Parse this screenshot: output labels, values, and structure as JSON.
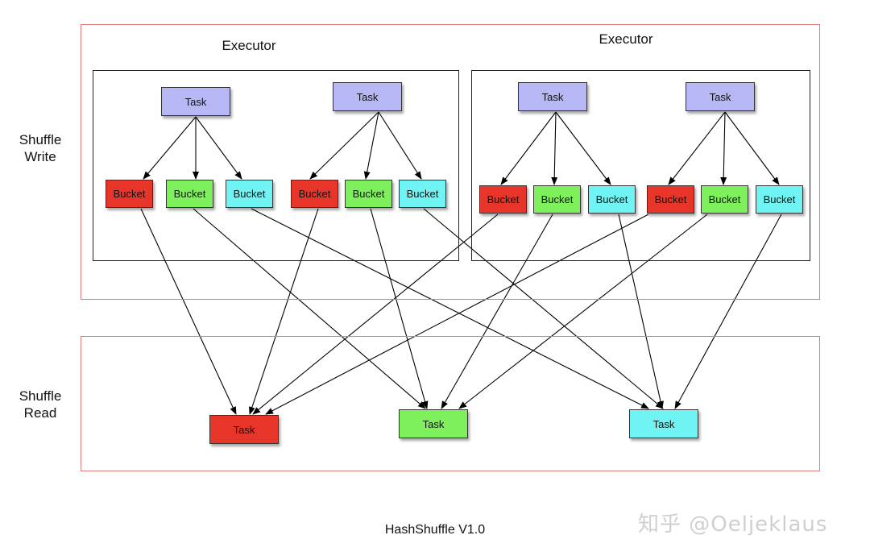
{
  "colors": {
    "zone_border": "#e07a78",
    "executor_border": "#222222",
    "task_write": "#b7b7f5",
    "partition_red": "#e8352a",
    "partition_green": "#7ef05c",
    "partition_cyan": "#6ff3f3",
    "arrow": "#000000"
  },
  "write_zone": {
    "label": "Shuffle\nWrite"
  },
  "read_zone": {
    "label": "Shuffle\nRead"
  },
  "executors": [
    {
      "label": "Executor",
      "tasks": [
        {
          "label": "Task",
          "buckets": [
            "Bucket",
            "Bucket",
            "Bucket"
          ]
        },
        {
          "label": "Task",
          "buckets": [
            "Bucket",
            "Bucket",
            "Bucket"
          ]
        }
      ]
    },
    {
      "label": "Executor",
      "tasks": [
        {
          "label": "Task",
          "buckets": [
            "Bucket",
            "Bucket",
            "Bucket"
          ]
        },
        {
          "label": "Task",
          "buckets": [
            "Bucket",
            "Bucket",
            "Bucket"
          ]
        }
      ]
    }
  ],
  "reducers": [
    {
      "label": "Task",
      "color": "partition_red"
    },
    {
      "label": "Task",
      "color": "partition_green"
    },
    {
      "label": "Task",
      "color": "partition_cyan"
    }
  ],
  "caption": "HashShuffle V1.0",
  "watermark": "知乎 @Oeljeklaus"
}
